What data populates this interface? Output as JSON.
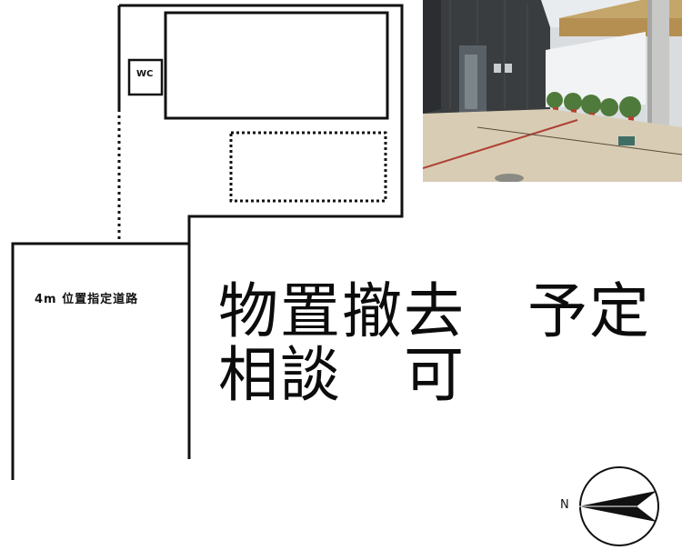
{
  "plan": {
    "wc_label": "WC",
    "road_label": "4m 位置指定道路"
  },
  "notes": {
    "line1": "物置撤去　予定",
    "line2": "相談　可"
  },
  "compass": {
    "north_label": "N"
  },
  "photo": {
    "description_icon": "site-photo"
  }
}
